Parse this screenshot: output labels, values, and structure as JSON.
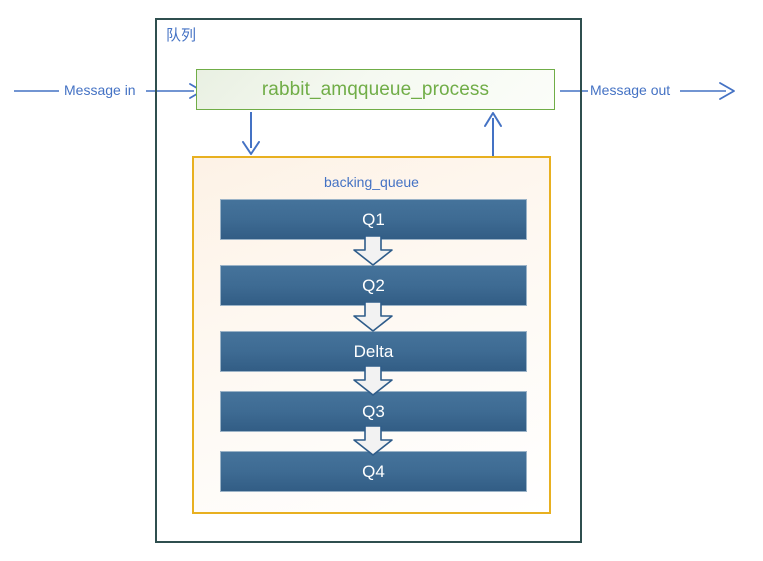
{
  "diagram": {
    "title_label": "队列",
    "process": {
      "label": "rabbit_amqqueue_process"
    },
    "backing_queue": {
      "label": "backing_queue",
      "stages": [
        {
          "label": "Q1"
        },
        {
          "label": "Q2"
        },
        {
          "label": "Delta"
        },
        {
          "label": "Q3"
        },
        {
          "label": "Q4"
        }
      ]
    },
    "flows": {
      "message_in": "Message in",
      "message_out": "Message out"
    },
    "icons": {
      "arrow-right-in": "arrow-right-icon",
      "arrow-right-out": "arrow-right-icon",
      "arrow-down-connector": "arrow-down-icon",
      "arrow-up-connector": "arrow-up-icon",
      "block-arrow-down": "block-arrow-down-icon"
    },
    "colors": {
      "outer_border": "#2F4F4F",
      "process_border": "#70AD47",
      "process_text": "#70AD47",
      "backing_border": "#E8B020",
      "queue_fill": "#3E6B93",
      "accent_blue": "#4472C4"
    }
  }
}
